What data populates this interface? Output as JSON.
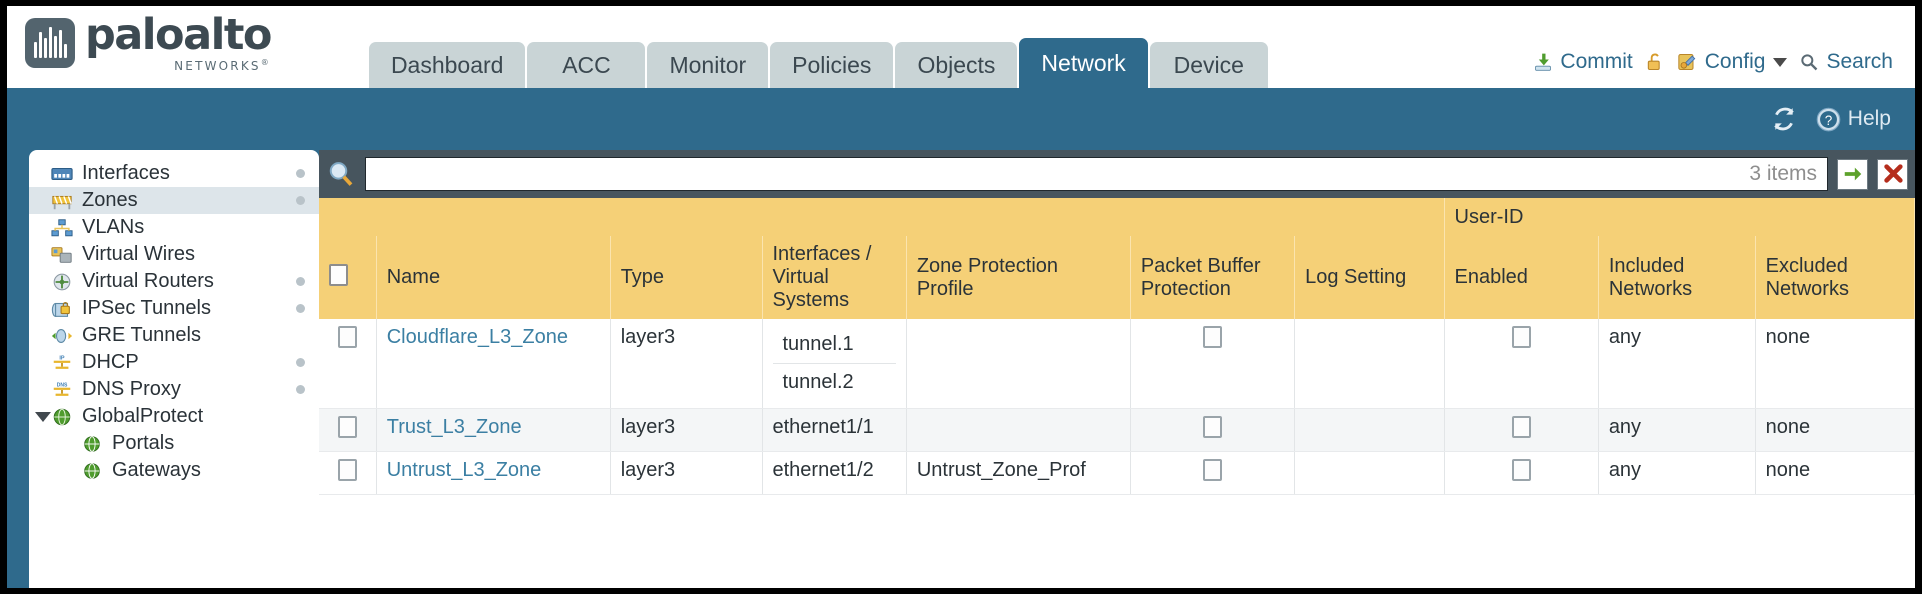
{
  "brand": {
    "name": "paloalto",
    "tagline": "NETWORKS",
    "registered": "®"
  },
  "tabs": [
    {
      "label": "Dashboard",
      "active": false
    },
    {
      "label": "ACC",
      "active": false
    },
    {
      "label": "Monitor",
      "active": false
    },
    {
      "label": "Policies",
      "active": false
    },
    {
      "label": "Objects",
      "active": false
    },
    {
      "label": "Network",
      "active": true
    },
    {
      "label": "Device",
      "active": false
    }
  ],
  "top_actions": {
    "commit": "Commit",
    "config": "Config",
    "search": "Search"
  },
  "subbar": {
    "help": "Help"
  },
  "sidebar": {
    "items": [
      {
        "label": "Interfaces",
        "icon": "interfaces-icon",
        "selected": false,
        "dot": true,
        "child": false,
        "expander": false
      },
      {
        "label": "Zones",
        "icon": "zones-icon",
        "selected": true,
        "dot": true,
        "child": false,
        "expander": false
      },
      {
        "label": "VLANs",
        "icon": "vlans-icon",
        "selected": false,
        "dot": false,
        "child": false,
        "expander": false
      },
      {
        "label": "Virtual Wires",
        "icon": "virtual-wires-icon",
        "selected": false,
        "dot": false,
        "child": false,
        "expander": false
      },
      {
        "label": "Virtual Routers",
        "icon": "virtual-routers-icon",
        "selected": false,
        "dot": true,
        "child": false,
        "expander": false
      },
      {
        "label": "IPSec Tunnels",
        "icon": "ipsec-tunnels-icon",
        "selected": false,
        "dot": true,
        "child": false,
        "expander": false
      },
      {
        "label": "GRE Tunnels",
        "icon": "gre-tunnels-icon",
        "selected": false,
        "dot": false,
        "child": false,
        "expander": false
      },
      {
        "label": "DHCP",
        "icon": "dhcp-icon",
        "selected": false,
        "dot": true,
        "child": false,
        "expander": false
      },
      {
        "label": "DNS Proxy",
        "icon": "dns-proxy-icon",
        "selected": false,
        "dot": true,
        "child": false,
        "expander": false
      },
      {
        "label": "GlobalProtect",
        "icon": "globalprotect-icon",
        "selected": false,
        "dot": false,
        "child": false,
        "expander": true
      },
      {
        "label": "Portals",
        "icon": "portals-icon",
        "selected": false,
        "dot": false,
        "child": true,
        "expander": false
      },
      {
        "label": "Gateways",
        "icon": "gateways-icon",
        "selected": false,
        "dot": false,
        "child": true,
        "expander": false
      }
    ]
  },
  "filterbar": {
    "search_value": "",
    "search_placeholder": "",
    "items_count": "3 items",
    "apply_icon": "green-arrow-icon",
    "clear_icon": "red-x-icon"
  },
  "table": {
    "group_header": "User-ID",
    "columns": [
      "Name",
      "Type",
      "Interfaces / Virtual Systems",
      "Zone Protection Profile",
      "Packet Buffer Protection",
      "Log Setting",
      "Enabled",
      "Included Networks",
      "Excluded Networks"
    ],
    "rows": [
      {
        "name": "Cloudflare_L3_Zone",
        "type": "layer3",
        "interfaces": [
          "tunnel.1",
          "tunnel.2"
        ],
        "zone_protection_profile": "",
        "packet_buffer_protection": false,
        "log_setting": "",
        "userid_enabled": false,
        "included_networks": "any",
        "excluded_networks": "none",
        "selected": false
      },
      {
        "name": "Trust_L3_Zone",
        "type": "layer3",
        "interfaces": [
          "ethernet1/1"
        ],
        "zone_protection_profile": "",
        "packet_buffer_protection": false,
        "log_setting": "",
        "userid_enabled": false,
        "included_networks": "any",
        "excluded_networks": "none",
        "selected": false
      },
      {
        "name": "Untrust_L3_Zone",
        "type": "layer3",
        "interfaces": [
          "ethernet1/2"
        ],
        "zone_protection_profile": "Untrust_Zone_Prof",
        "packet_buffer_protection": false,
        "log_setting": "",
        "userid_enabled": false,
        "included_networks": "any",
        "excluded_networks": "none",
        "selected": false
      }
    ]
  },
  "colors": {
    "brand_blue": "#2f6a8c",
    "header_gold": "#f5d077",
    "group_gold": "#e6b948",
    "link_blue": "#3b7fa3",
    "filter_bar": "#47555e"
  }
}
